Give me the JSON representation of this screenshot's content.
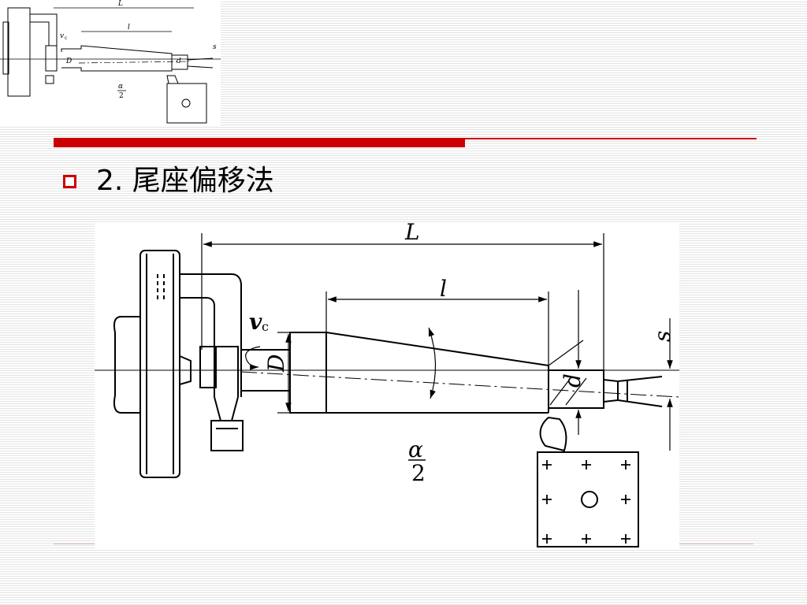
{
  "slide": {
    "heading": "2.  尾座偏移法",
    "bullet_icon": "hollow-square-bullet-icon",
    "accent_color": "#cc0000"
  },
  "diagram": {
    "labels": {
      "L": "L",
      "l": "l",
      "v": "v",
      "c": "c",
      "D": "D",
      "d": "d",
      "s": "s",
      "alpha": "α",
      "two": "2"
    }
  },
  "thumbnail": {
    "labels": {
      "L": "L",
      "l": "l",
      "v": "v",
      "c": "c",
      "D": "D",
      "d": "d",
      "s": "s",
      "alpha": "α",
      "two": "2"
    }
  }
}
